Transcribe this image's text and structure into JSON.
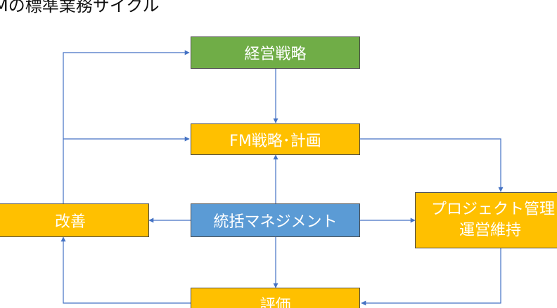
{
  "title": "Mの標準業務サイクル",
  "nodes": {
    "strategy": {
      "label": "経営戦略"
    },
    "fm_plan": {
      "label": "FM戦略･計画"
    },
    "central": {
      "label": "統括マネジメント"
    },
    "improve": {
      "label": "改善"
    },
    "project": {
      "line1": "プロジェクト管理",
      "line2": "運営維持"
    },
    "evaluate": {
      "label": "評価"
    }
  },
  "colors": {
    "green": "#70ad47",
    "orange": "#ffc000",
    "blue": "#5b9bd5",
    "connector": "#4472c4"
  }
}
